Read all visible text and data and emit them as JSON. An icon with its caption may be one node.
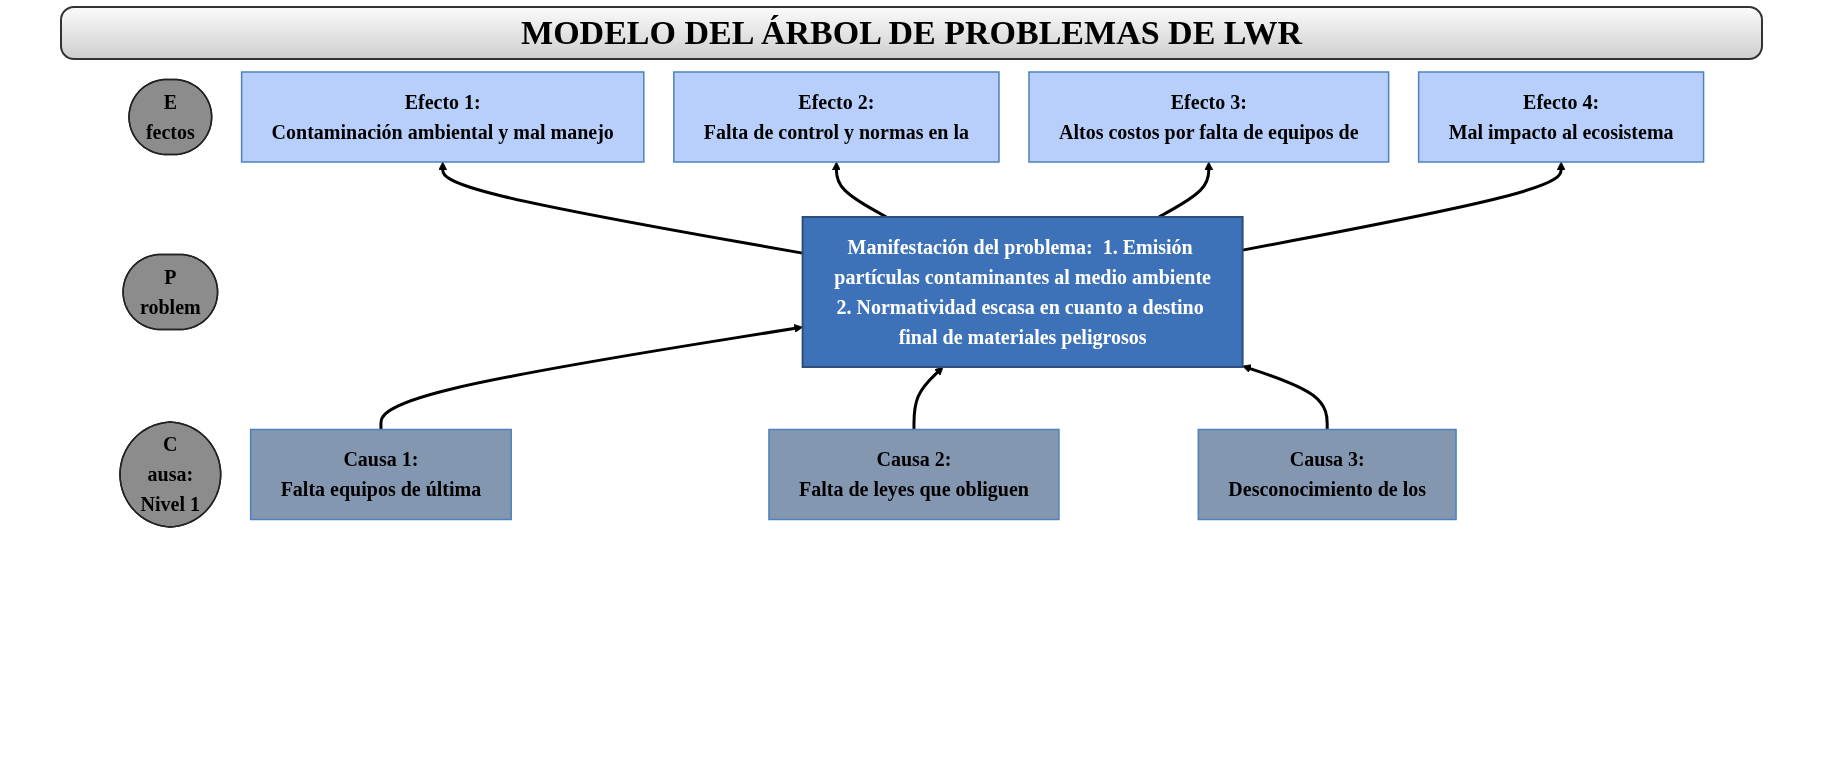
{
  "diagram": {
    "title": "MODELO DEL ÁRBOL DE PROBLEMAS DE LWR",
    "nodes": [
      {
        "text": [
          "E",
          "fectos"
        ]
      },
      {
        "text": [
          "Efecto 1:",
          "Contaminación ambiental y mal manejo"
        ]
      },
      {
        "text": [
          "Efecto 2:",
          "Falta de control y normas en la"
        ]
      },
      {
        "text": [
          "Efecto 3:",
          "Altos costos por falta de equipos de"
        ]
      },
      {
        "text": [
          "Efecto 4:",
          "Mal impacto al ecosistema"
        ]
      },
      {
        "text": [
          "P",
          "roblem"
        ]
      },
      {
        "text": [
          "Manifestación del problema:  1. Emisión partículas contaminantes al medio ambiente",
          "2. Normatividad escasa en cuanto a destino final de materiales peligrosos"
        ]
      },
      {
        "text": [
          "C",
          "ausa:",
          "Nivel 1"
        ]
      },
      {
        "text": [
          "Causa 1:",
          "Falta equipos de última"
        ]
      },
      {
        "text": [
          "Causa 2:",
          "Falta de leyes que obliguen"
        ]
      },
      {
        "text": [
          "Causa 3:",
          "Desconocimiento de los"
        ]
      }
    ],
    "edges": [
      {
        "from": 6,
        "to": 1,
        "arrow": "to"
      },
      {
        "from": 6,
        "to": 2,
        "arrow": "to"
      },
      {
        "from": 6,
        "to": 3,
        "arrow": "to"
      },
      {
        "from": 6,
        "to": 4,
        "arrow": "to"
      },
      {
        "from": 8,
        "to": 6,
        "arrow": "to"
      },
      {
        "from": 9,
        "to": 6,
        "arrow": "to"
      },
      {
        "from": 10,
        "to": 6,
        "arrow": "to"
      }
    ]
  }
}
